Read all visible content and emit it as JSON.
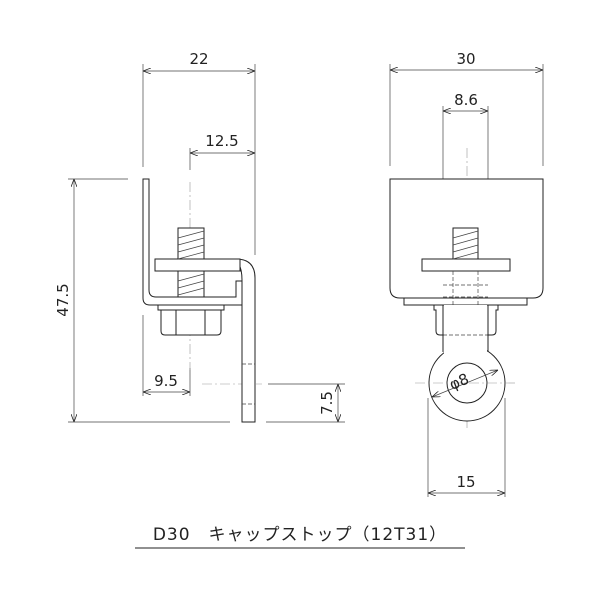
{
  "title": "D30　キャップストップ（12T31）",
  "side_view": {
    "dims": {
      "overall_width": "22",
      "bolt_offset": "12.5",
      "height": "47.5",
      "hole_offset": "9.5",
      "hole_height": "7.5"
    }
  },
  "front_view": {
    "dims": {
      "cap_width": "30",
      "bolt_width": "8.6",
      "eye_width": "15",
      "hole_diameter": "φ8"
    }
  }
}
